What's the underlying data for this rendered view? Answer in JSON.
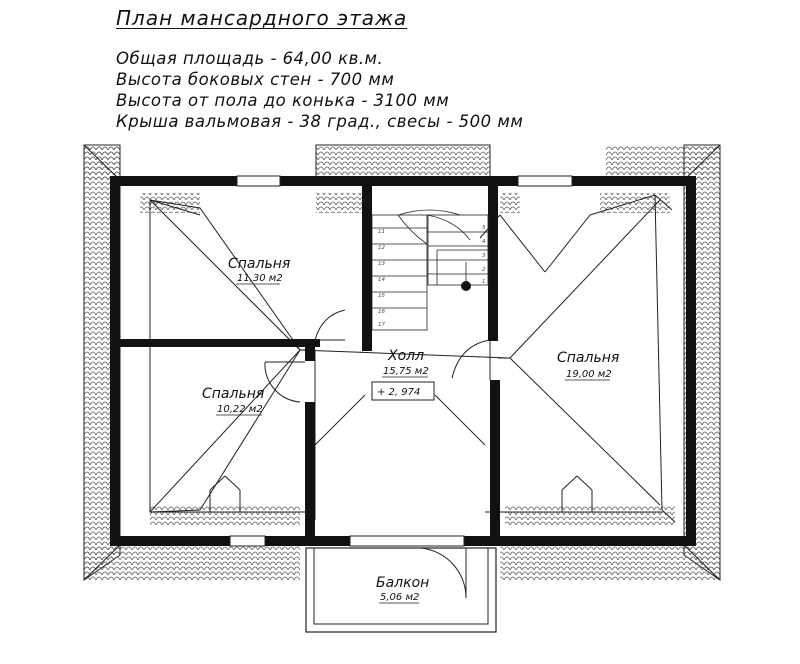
{
  "header": {
    "title": "План мансардного этажа",
    "specs": [
      "Общая площадь - 64,00 кв.м.",
      "Высота боковых стен - 700 мм",
      "Высота от пола до конька - 3100 мм",
      "Крыша вальмовая - 38 град., свесы - 500 мм"
    ]
  },
  "rooms": {
    "bedroom_nw": {
      "name": "Спальня",
      "area": "11,30 м2"
    },
    "bedroom_sw": {
      "name": "Спальня",
      "area": "10,22 м2"
    },
    "hall": {
      "name": "Холл",
      "area": "15,75 м2",
      "level": "+ 2, 974"
    },
    "bedroom_e": {
      "name": "Спальня",
      "area": "19,00 м2"
    },
    "balcony": {
      "name": "Балкон",
      "area": "5,06 м2"
    }
  },
  "stairs": {
    "left_steps": [
      "11",
      "12",
      "13",
      "14",
      "15",
      "16",
      "17"
    ],
    "right_steps": [
      "5",
      "4",
      "3",
      "2",
      "1"
    ]
  },
  "colors": {
    "wall": "#111111",
    "line": "#222222",
    "tile": "#555555"
  }
}
